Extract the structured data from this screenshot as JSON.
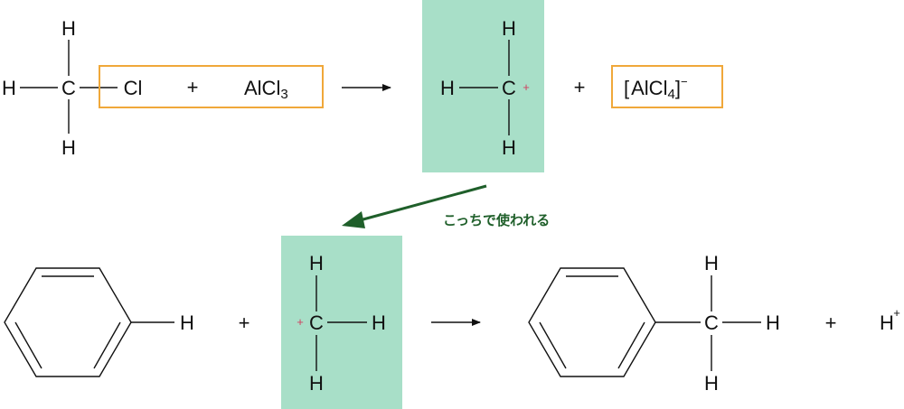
{
  "colors": {
    "highlight_box": "#a8dfc8",
    "orange_box": "#f0a83a",
    "green_arrow": "#1f5f2a",
    "note_text": "#1f5f2a",
    "charge_plus": "#d04060",
    "text": "#111111"
  },
  "reaction1": {
    "methyl_chloride": {
      "carbon": "C",
      "h_top": "H",
      "h_left": "H",
      "h_bottom": "H",
      "chlorine": "Cl"
    },
    "plus1": "+",
    "alcl3": {
      "base": "AlCl",
      "subscript": "3"
    },
    "carbocation": {
      "carbon": "C",
      "charge": "+",
      "h_top": "H",
      "h_left": "H",
      "h_bottom": "H"
    },
    "plus2": "+",
    "alcl4": {
      "bracket_open": "[",
      "base": "AlCl",
      "subscript": "4",
      "bracket_close": "]",
      "charge": "−"
    }
  },
  "note": "こっちで使われる",
  "reaction2": {
    "benzene_h": "H",
    "plus1": "+",
    "carbocation": {
      "charge": "+",
      "carbon": "C",
      "h_top": "H",
      "h_right": "H",
      "h_bottom": "H"
    },
    "toluene": {
      "carbon": "C",
      "h_top": "H",
      "h_right": "H",
      "h_bottom": "H"
    },
    "plus2": "+",
    "proton": {
      "symbol": "H",
      "charge": "+"
    }
  }
}
